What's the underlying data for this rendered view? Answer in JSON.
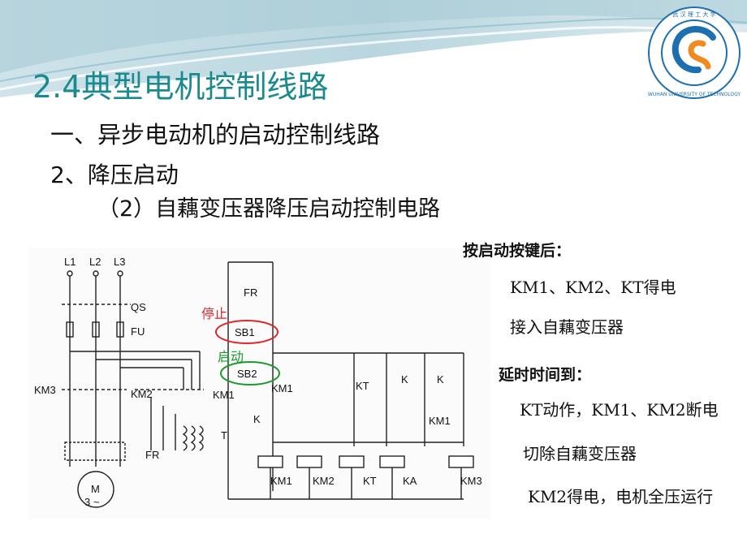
{
  "slide": {
    "title": "2.4典型电机控制线路",
    "heading1": "一、异步电动机的启动控制线路",
    "heading2": "2、降压启动",
    "heading3": "（2）自藕变压器降压启动控制电路"
  },
  "logo": {
    "text": "WUHAN UNIVERSITY OF TECHNOLOGY",
    "chinese": "武汉理工大学",
    "colors": {
      "ring": "#1e6fb0",
      "orange": "#f08a1e"
    }
  },
  "circuit": {
    "power_labels": [
      "L1",
      "L2",
      "L3"
    ],
    "qs": "QS",
    "fu": "FU",
    "km3_left": "KM3",
    "km2_mid": "KM2",
    "km1_right": "KM1",
    "t_label": "T",
    "fr_power": "FR",
    "motor_m": "M",
    "motor_3": "3 ~",
    "fr_ctrl": "FR",
    "sb1": "SB1",
    "sb2": "SB2",
    "stop_ann": "停止",
    "start_ann": "启动",
    "km1_contact": "KM1",
    "k_contact": "K",
    "kt_contact": "KT",
    "k_a": "K",
    "k_b": "K",
    "km1_contact2": "KM1",
    "coils": [
      "KM1",
      "KM2",
      "KT",
      "KA",
      "KM3"
    ]
  },
  "notes": {
    "after_start_title": "按启动按键后：",
    "line1": "KM1、KM2、KT得电",
    "line2": "接入自藕变压器",
    "delay_title": "延时时间到：",
    "line3": "KT动作，KM1、KM2断电",
    "line4": "切除自藕变压器",
    "line5": "KM2得电，电机全压运行"
  },
  "colors": {
    "title": "#1a8a8f",
    "stop": "#e0262a",
    "start": "#1b9a2d"
  }
}
